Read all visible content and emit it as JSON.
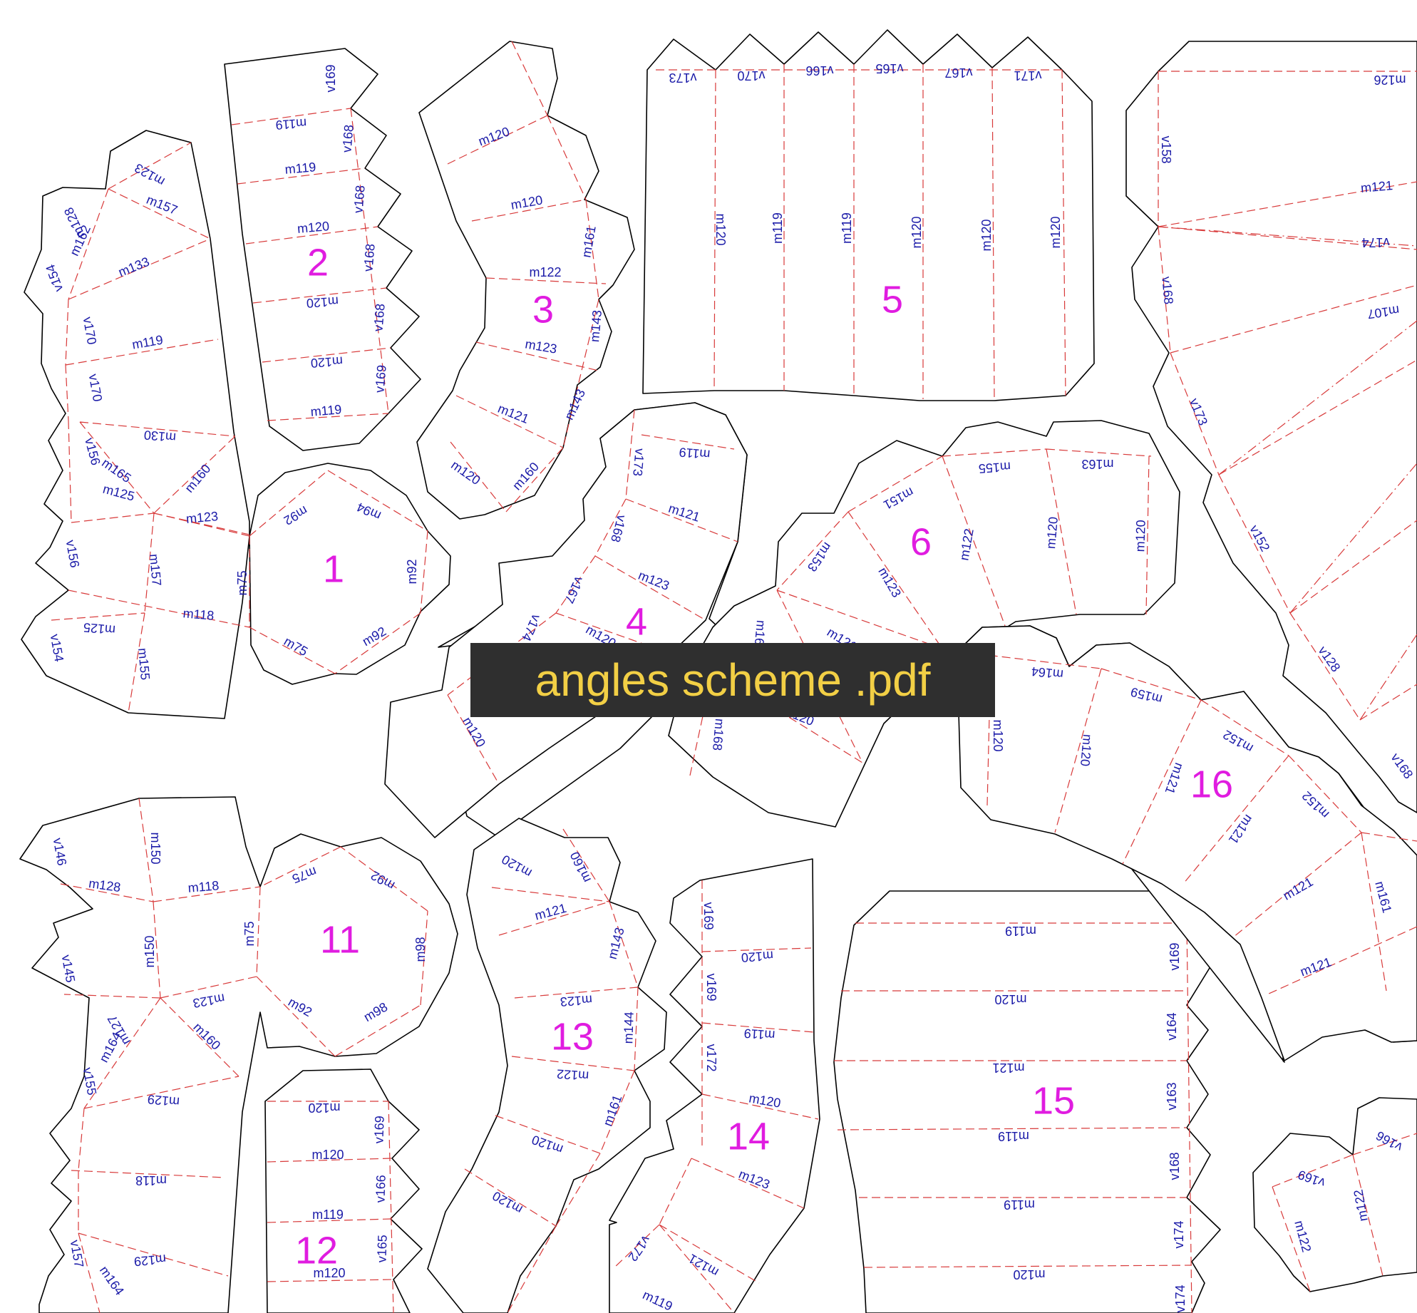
{
  "document": {
    "filename": "angles scheme .pdf"
  },
  "colors": {
    "cut_line": "#000000",
    "fold_line": "#d83a3a",
    "angle_label": "#1a1aa8",
    "piece_number": "#e01ce0",
    "banner_bg": "#2f2f2f",
    "banner_text": "#f2cf45"
  },
  "pieces": [
    {
      "number": "1",
      "labels": [
        "m123",
        "m157",
        "m162",
        "m128",
        "v154",
        "m133",
        "v170",
        "m119",
        "v170",
        "m130",
        "v156",
        "m165",
        "m125",
        "m160",
        "m123",
        "m92",
        "m94",
        "m92",
        "m75",
        "m75",
        "m92",
        "v156",
        "m157",
        "m118",
        "m125",
        "v154",
        "m155"
      ]
    },
    {
      "number": "2",
      "labels": [
        "v169",
        "m119",
        "v168",
        "m119",
        "v168",
        "m120",
        "v168",
        "m120",
        "v168",
        "m120",
        "v169",
        "m119"
      ]
    },
    {
      "number": "3",
      "labels": [
        "m120",
        "m120",
        "m161",
        "m122",
        "m143",
        "m123",
        "m121",
        "m143",
        "m120",
        "m160"
      ]
    },
    {
      "number": "4",
      "labels": [
        "m119",
        "v173",
        "m121",
        "v168",
        "m123",
        "v167",
        "v174",
        "m120",
        "m120"
      ]
    },
    {
      "number": "5",
      "labels": [
        "v173",
        "v170",
        "v166",
        "v165",
        "v167",
        "v171",
        "m120",
        "m119",
        "m119",
        "m120",
        "m120",
        "m120"
      ]
    },
    {
      "number": "6",
      "labels": [
        "m151",
        "m155",
        "m163",
        "m153",
        "m123",
        "m122",
        "m120",
        "m120",
        "m163",
        "m121",
        "m168",
        "m120"
      ]
    },
    {
      "number": "11",
      "labels": [
        "v146",
        "m150",
        "m128",
        "m118",
        "m75",
        "m92",
        "v145",
        "m150",
        "m75",
        "m98",
        "m127",
        "m164",
        "m123",
        "m160",
        "m92",
        "m98",
        "v155",
        "m129",
        "m118",
        "v157",
        "m164",
        "m129"
      ]
    },
    {
      "number": "12",
      "labels": [
        "m120",
        "v169",
        "m120",
        "v166",
        "m119",
        "v165",
        "m120"
      ]
    },
    {
      "number": "13",
      "labels": [
        "m120",
        "m160",
        "m121",
        "m143",
        "m123",
        "m144",
        "m122",
        "m161",
        "m120",
        "m120"
      ]
    },
    {
      "number": "14",
      "labels": [
        "v169",
        "m120",
        "v169",
        "m119",
        "v172",
        "m120",
        "m123",
        "v172",
        "m121",
        "m119"
      ]
    },
    {
      "number": "15",
      "labels": [
        "m119",
        "v169",
        "m120",
        "v164",
        "m121",
        "v163",
        "m119",
        "v168",
        "m119",
        "v174",
        "m120",
        "v174"
      ]
    },
    {
      "number": "16",
      "labels": [
        "m164",
        "m159",
        "m152",
        "m120",
        "m120",
        "m121",
        "m152",
        "m121",
        "m121",
        "m161",
        "m121"
      ]
    },
    {
      "number": "",
      "labels": [
        "m126",
        "v158",
        "m121",
        "v174",
        "v168",
        "m107",
        "v173",
        "v152",
        "v128",
        "v168"
      ]
    },
    {
      "number": "",
      "labels": [
        "v166",
        "v169",
        "m122",
        "m122"
      ]
    }
  ]
}
